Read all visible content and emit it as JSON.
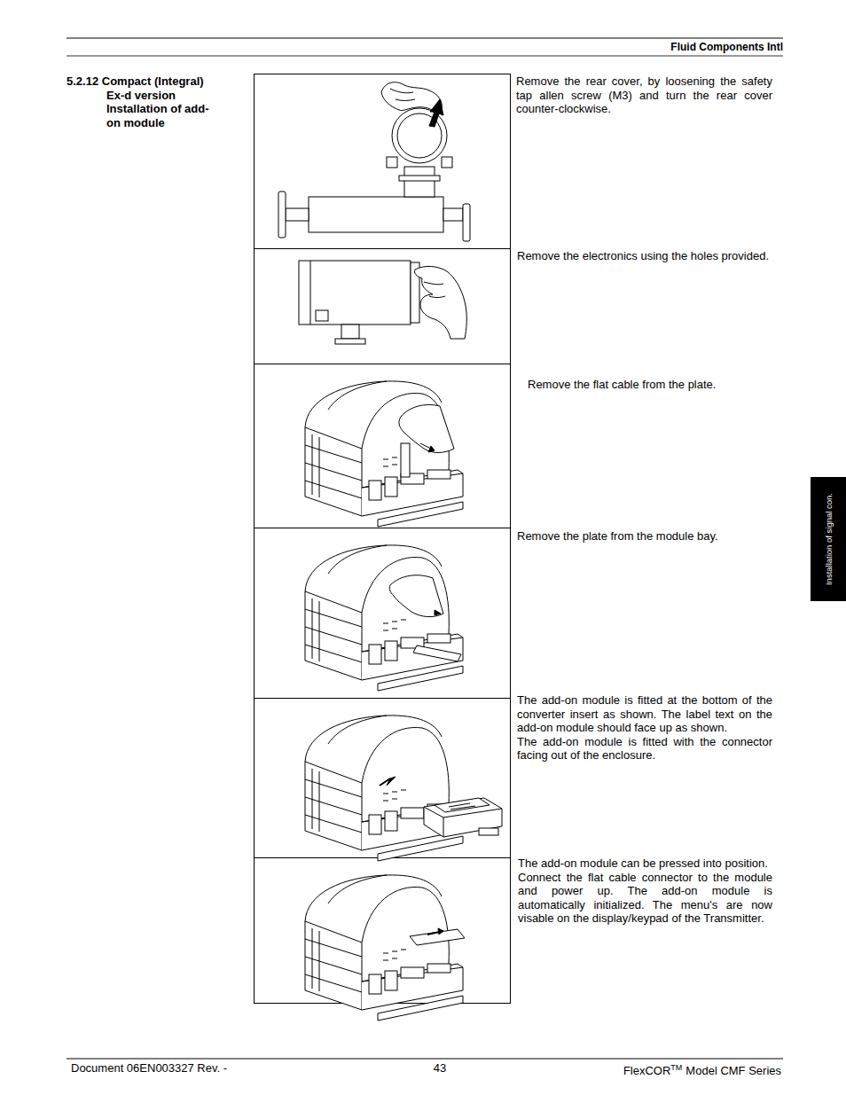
{
  "diagram": {
    "title": "5.2.12 Compact (Integral) Ex-d version Installation of add-on module",
    "nodes": [
      {
        "text": [
          "Installation of signal con."
        ]
      }
    ],
    "labels": [
      "Fluid Components Intl",
      "Remove the rear cover, by loosening the safety tap allen screw (M3) and turn the rear cover counter-clockwise.",
      "Remove the electronics using the holes provided.",
      "Remove the flat cable from the plate.",
      "Remove the plate from the module bay.",
      "The add-on module is fitted at the bottom of the converter insert as shown. The label text on the add-on module should face up as shown.",
      "The add-on module is fitted with the connector facing out of the enclosure.",
      "The add-on module can be pressed into position.",
      "Connect the flat cable connector to the module and power up. The add-on module is automatically initialized. The menu's are now visable on the display/keypad of the Transmitter.",
      "Document 06EN003327 Rev. -",
      "43",
      "FlexCOR",
      "TM",
      "Model CMF Series"
    ]
  }
}
